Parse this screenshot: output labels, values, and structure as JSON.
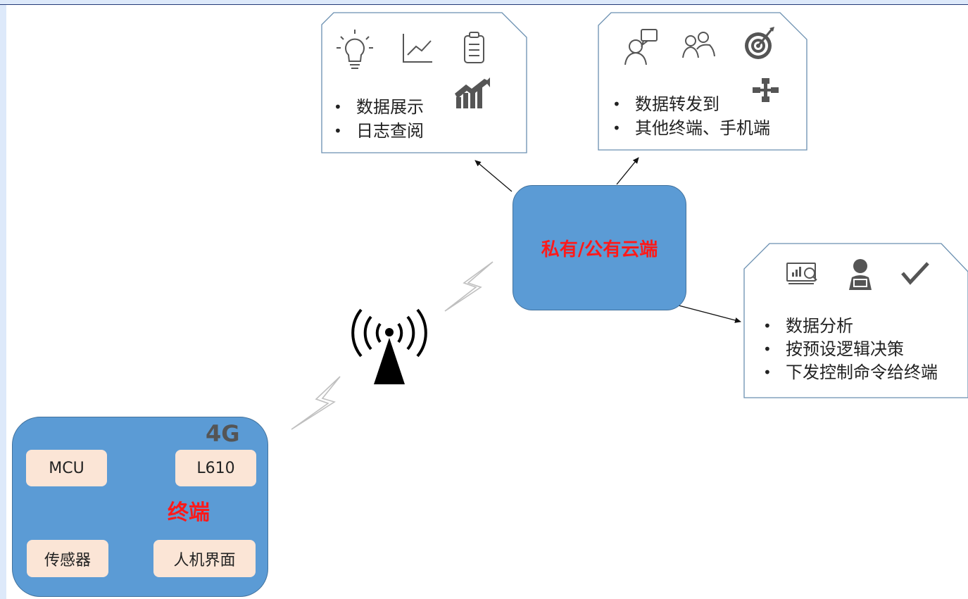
{
  "cards": {
    "display": {
      "items": [
        "数据展示",
        "日志查阅"
      ],
      "icons": [
        "lightbulb-icon",
        "line-chart-icon",
        "clipboard-icon",
        "trending-bars-icon"
      ]
    },
    "forward": {
      "items": [
        "数据转发到",
        "其他终端、手机端"
      ],
      "icons": [
        "user-chat-icon",
        "users-group-icon",
        "target-icon",
        "network-nodes-icon"
      ]
    },
    "analysis": {
      "items": [
        "数据分析",
        "按预设逻辑决策",
        "下发控制命令给终端"
      ],
      "icons": [
        "monitor-chart-icon",
        "person-laptop-icon",
        "checkmark-icon"
      ]
    }
  },
  "cloud": {
    "label": "私有/公有云端"
  },
  "terminal": {
    "label": "终端",
    "badge": "4G",
    "nodes": {
      "mcu": "MCU",
      "module": "L610",
      "sensor": "传感器",
      "hmi": "人机界面"
    }
  },
  "tower": {
    "icon": "radio-tower-icon"
  },
  "colors": {
    "cloud_fill": "#5b9bd5",
    "terminal_fill": "#5b9bd5",
    "node_fill": "#fbe5d6",
    "label_red": "#ff1a1a",
    "card_border": "#6a8fb0"
  }
}
